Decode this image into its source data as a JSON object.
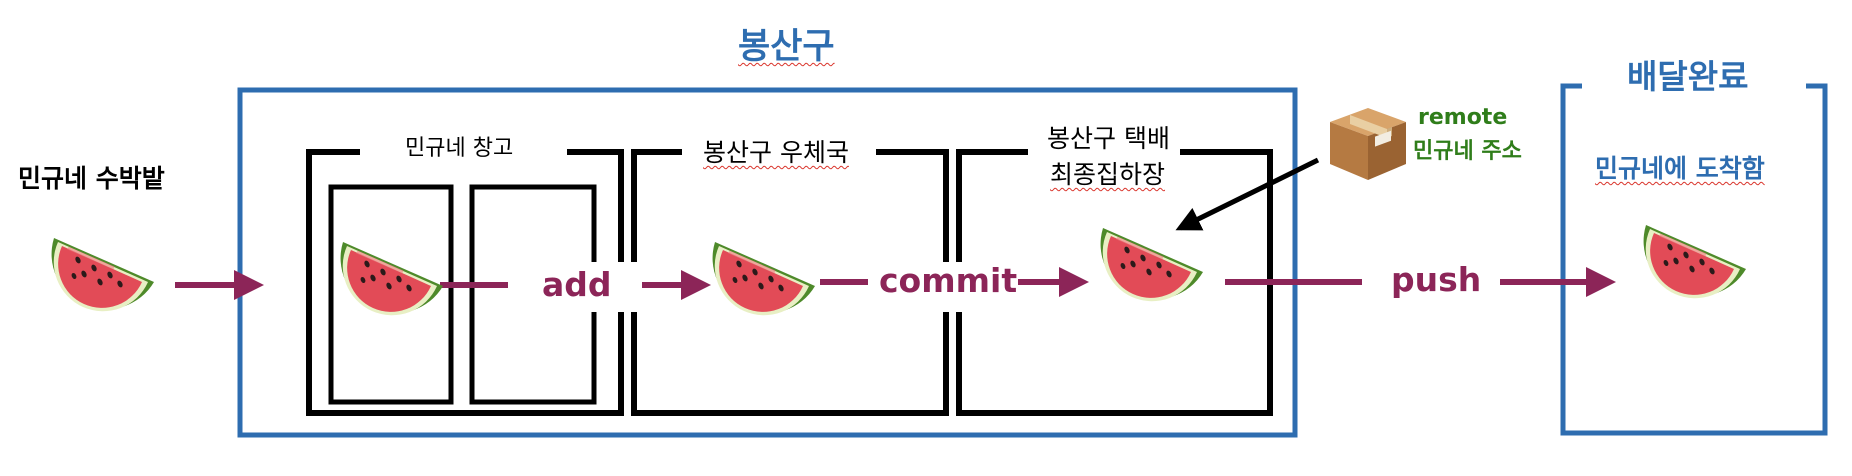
{
  "title": "봉산구",
  "delivered_title": "배달완료",
  "delivered_label": "민규네에 도착함",
  "source_label": "민규네 수박밭",
  "stages": {
    "warehouse": "민규네 창고",
    "post_office": "봉산구 우체국",
    "hub_line1": "봉산구 택배",
    "hub_line2": "최종집하장"
  },
  "actions": {
    "add": "add",
    "commit": "commit",
    "push": "push"
  },
  "remote": {
    "word": "remote",
    "address": "민규네 주소"
  },
  "colors": {
    "blue": "#2e6db0",
    "maroon": "#8c2558",
    "green": "#2f7d1a"
  },
  "icons": [
    "watermelon-icon",
    "package-box-icon"
  ]
}
